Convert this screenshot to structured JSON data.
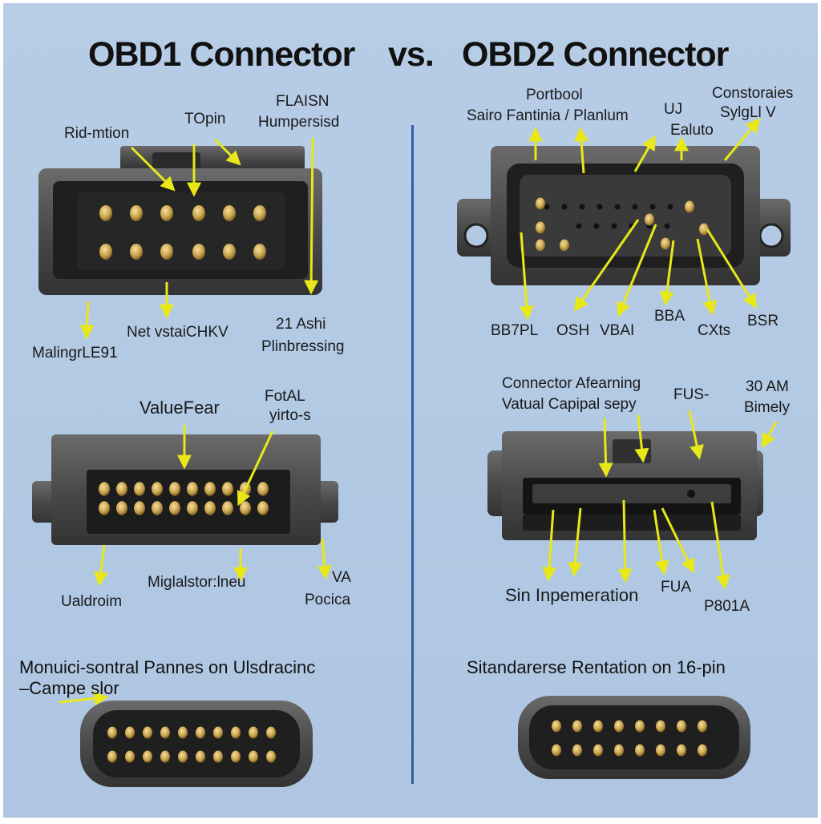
{
  "title": {
    "left": "OBD1 Connector",
    "vs": "vs.",
    "right": "OBD2 Connector"
  },
  "top_left_labels": {
    "rid": "Rid‑mtion",
    "topin": "TOpin",
    "flasn": "FLAISN",
    "humpersisd": "Humpersisd",
    "net": "Net vstaiCHKV",
    "ashi": "21 Ashi",
    "plin": "Plinbressing",
    "maling": "MalingrLE91"
  },
  "top_right_labels": {
    "portbool": "Portbool",
    "sairo": "Sairo Fantinia / Planlum",
    "u1": "UJ",
    "ealuto": "Ealuto",
    "constorains": "Constoraies",
    "sylgl": "SylgLl V",
    "bb7pl": "BB7PL",
    "osh": "OSH",
    "vbai": "VBAI",
    "bba": "BBA",
    "cxts": "CXts",
    "bsr": "BSR"
  },
  "middle_left_labels": {
    "valuefear": "ValueFear",
    "fotal": "FotAL",
    "yirto": "yirto‑s",
    "uald": "Ualdroim",
    "migla": "Miglalstor:lneu",
    "va": "VA",
    "pocica": "Pocica"
  },
  "middle_right_labels": {
    "connector": "Connector Afearning",
    "vatual": "Vatual Capipal sepy",
    "fus": "FUS‑",
    "am30": "30 AM",
    "bimely": "Bimely",
    "sin": "Sin Inpemeration",
    "fua": "FUA",
    "p801a": "P801A"
  },
  "bottom": {
    "left_caption_line1": "Monuici‑sontral Pannes on Ulsdracinc",
    "left_caption_line2": "–Campe slor",
    "right_caption": "Sitandarerse Rentation on 16‑pin"
  },
  "colors": {
    "background": "#b2c9e3",
    "divider": "#2f5fa3",
    "connector_body": "#4a4a4a",
    "pin_gold": "#c9a24a",
    "arrow_yellow": "#f2f21a"
  }
}
